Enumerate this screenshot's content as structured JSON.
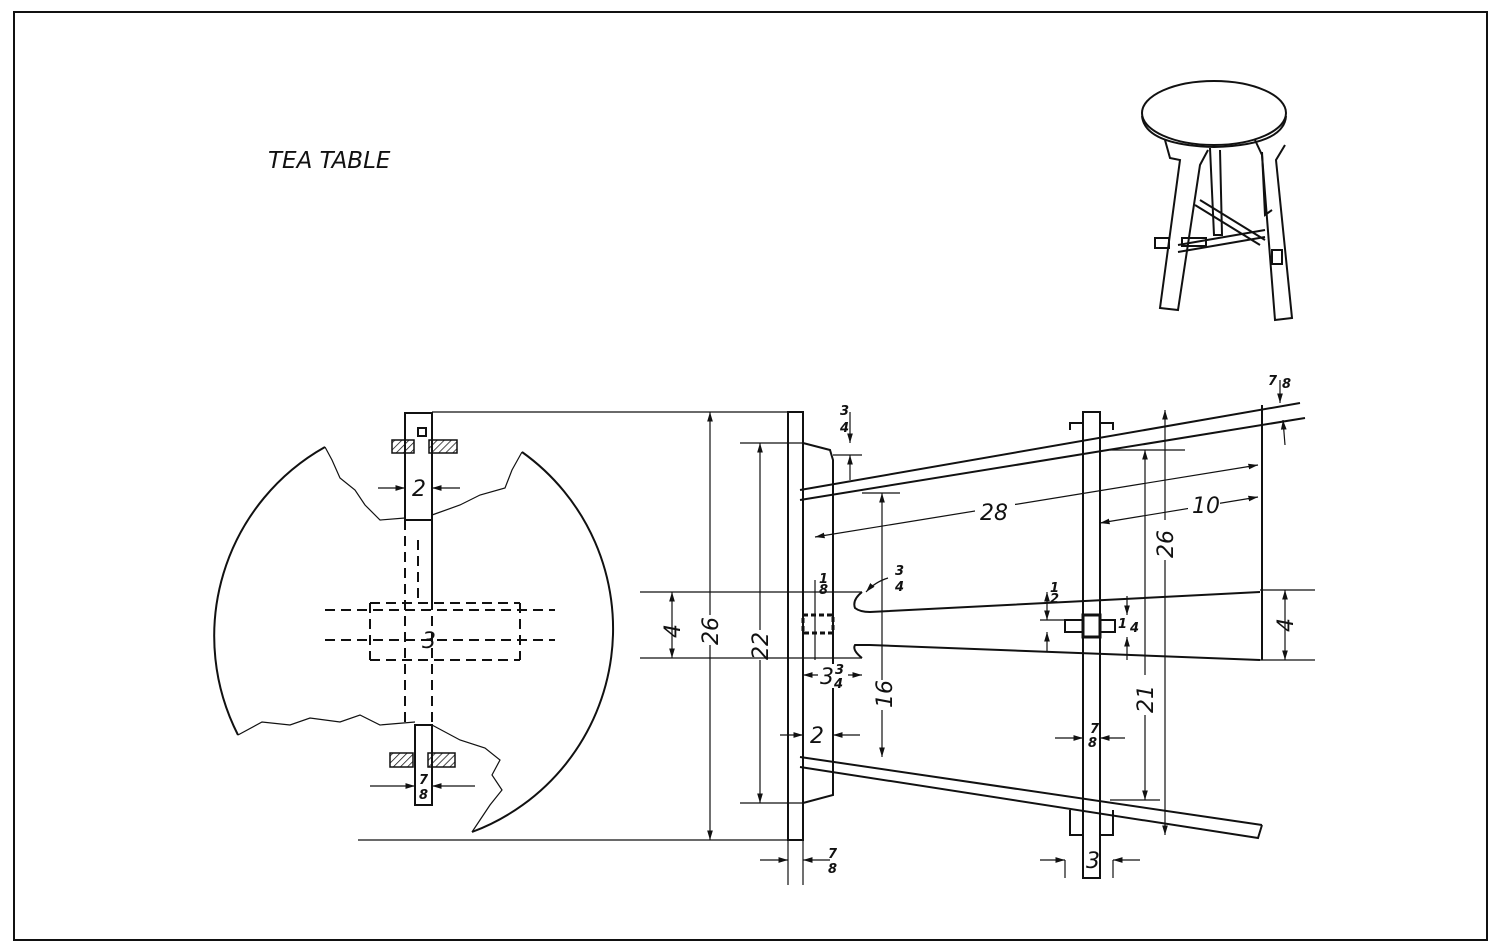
{
  "title": "TEA TABLE",
  "plan_view": {
    "strip_width": "2",
    "cross_width": "3",
    "bottom_thickness": {
      "num": "7",
      "den": "8"
    }
  },
  "elevation": {
    "top_height": "26",
    "cleat_length": "22",
    "stretcher_width_left": "4",
    "top_clearance": {
      "num": "3",
      "den": "4"
    },
    "tenon_offset": {
      "num": "1",
      "den": "8"
    },
    "fillet": {
      "num": "3",
      "den": "4"
    },
    "tenon_length": {
      "whole": "3",
      "num": "3",
      "den": "4"
    },
    "leg_spacing": "16",
    "cleat_width": "2",
    "top_thickness": {
      "num": "7",
      "den": "8"
    },
    "leg_length": "28",
    "leg_foot": "10",
    "overall_height": "26",
    "inner_height": "21",
    "key_offset": {
      "num": "1",
      "den": "2"
    },
    "key_size": {
      "num": "1",
      "den": "4"
    },
    "stretcher_width_right": "4",
    "leg_thickness_top": {
      "num": "7",
      "den": "8"
    },
    "leg_thickness": {
      "num": "7",
      "den": "8"
    },
    "leg_width": "3"
  }
}
